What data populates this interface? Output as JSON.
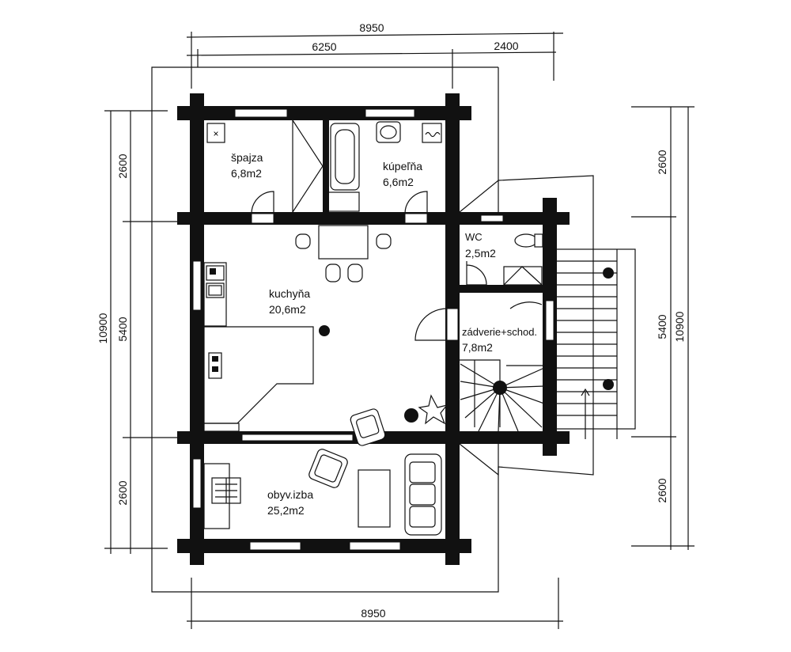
{
  "dimensions": {
    "top_total": "8950",
    "top_left": "6250",
    "top_right": "2400",
    "bottom_total": "8950",
    "left_total": "10900",
    "left_top": "2600",
    "left_middle": "5400",
    "left_bottom": "2600",
    "right_total": "10900",
    "right_top": "2600",
    "right_middle": "5400",
    "right_bottom": "2600"
  },
  "rooms": {
    "spajza": {
      "name": "špajza",
      "area": "6,8m2"
    },
    "kupelna": {
      "name": "kúpeľňa",
      "area": "6,6m2"
    },
    "wc": {
      "name": "WC",
      "area": "2,5m2"
    },
    "kuchyna": {
      "name": "kuchyňa",
      "area": "20,6m2"
    },
    "zadverie": {
      "name": "zádverie+schod.",
      "area": "7,8m2"
    },
    "obyv_izba": {
      "name": "obyv.izba",
      "area": "25,2m2"
    }
  },
  "colors": {
    "line": "#111111",
    "background": "#ffffff"
  }
}
